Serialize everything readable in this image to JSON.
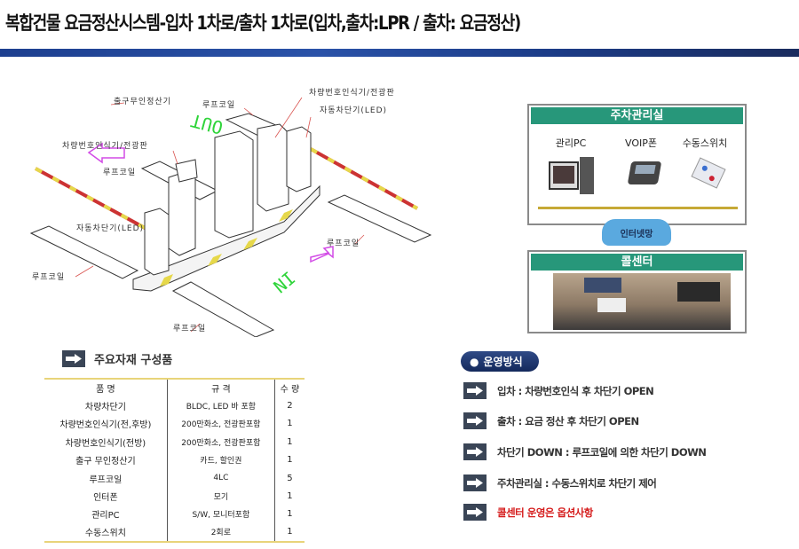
{
  "title": "복합건물 요금정산시스템-입차 1차로/출차 1차로(입차,출차:LPR / 출차: 요금정산)",
  "diagram": {
    "labels": {
      "exit_kiosk": "출구무인정산기",
      "loop_top": "루프코일",
      "lpr_display_right": "차량번호인식기/전광판",
      "barrier_right": "자동차단기(LED)",
      "lpr_display_left": "차량번호인식기/전광판",
      "loop_left_upper": "루프코일",
      "barrier_left": "자동차단기(LED)",
      "loop_right": "루프코일",
      "loop_left_lower": "루프코일",
      "loop_bottom": "루프코일",
      "out": "OUT",
      "in": "IN"
    }
  },
  "control_room": {
    "title": "주차관리실",
    "equipment": [
      "관리PC",
      "VOIP폰",
      "수동스위치"
    ],
    "network": "인터넷망"
  },
  "call_center": {
    "title": "콜센터"
  },
  "components": {
    "heading": "주요자재 구성품",
    "headers": [
      "품 명",
      "규 격",
      "수 량"
    ],
    "rows": [
      [
        "차량차단기",
        "BLDC, LED 바 포함",
        "2"
      ],
      [
        "차량번호인식기(전,후방)",
        "200만화소, 전광판포함",
        "1"
      ],
      [
        "차량번호인식기(전방)",
        "200만화소, 전광판포함",
        "1"
      ],
      [
        "출구 무인정산기",
        "카드, 할인권",
        "1"
      ],
      [
        "루프코일",
        "4LC",
        "5"
      ],
      [
        "인터폰",
        "모기",
        "1"
      ],
      [
        "관리PC",
        "S/W, 모니터포함",
        "1"
      ],
      [
        "수동스위치",
        "2회로",
        "1"
      ]
    ]
  },
  "operation": {
    "heading": "운영방식",
    "items": [
      "입차 : 차량번호인식 후 차단기 OPEN",
      "출차 : 요금 정산 후 차단기 OPEN",
      "차단기 DOWN : 루프코일에 의한 차단기 DOWN",
      "주차관리실 : 수동스위치로 차단기 제어",
      "콜센터 운영은 옵션사항"
    ],
    "highlight_color": "#d51c1c"
  }
}
